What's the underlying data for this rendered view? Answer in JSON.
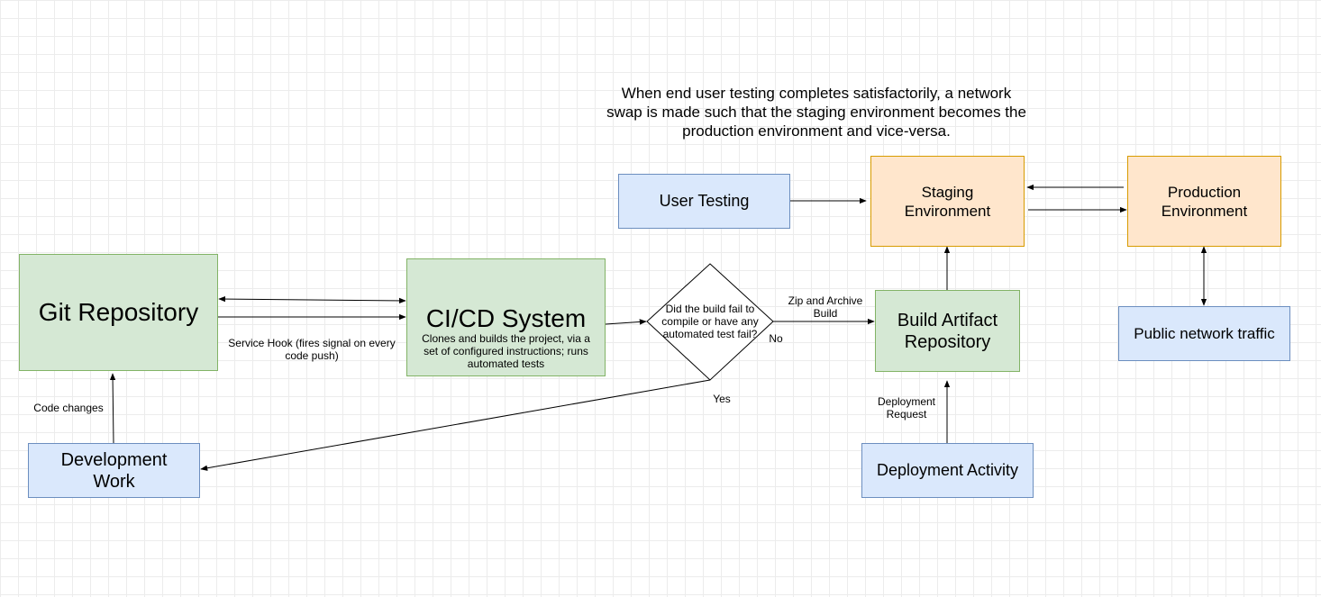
{
  "note": {
    "text": "When end user testing completes satisfactorily, a network swap is made such that the staging environment becomes the production environment and vice-versa."
  },
  "nodes": {
    "git_repository": "Git Repository",
    "cicd_system": "CI/CD System",
    "cicd_description": "Clones and builds the project, via a set of configured instructions; runs automated tests",
    "decision": "Did the build fail to compile or have any automated test fail?",
    "build_artifact_repository": "Build Artifact Repository",
    "development_work": "Development Work",
    "deployment_activity": "Deployment Activity",
    "user_testing": "User Testing",
    "staging_environment": "Staging Environment",
    "production_environment": "Production Environment",
    "public_network_traffic": "Public network traffic"
  },
  "edge_labels": {
    "service_hook": "Service Hook (fires signal on every code push)",
    "code_changes": "Code changes",
    "zip_and_archive": "Zip and Archive Build",
    "no": "No",
    "yes": "Yes",
    "deployment_request": "Deployment Request"
  },
  "colors": {
    "green_fill": "#d5e8d4",
    "green_stroke": "#82b366",
    "blue_fill": "#dae8fc",
    "blue_stroke": "#6c8ebf",
    "orange_fill": "#ffe6cc",
    "orange_stroke": "#d79b00"
  }
}
